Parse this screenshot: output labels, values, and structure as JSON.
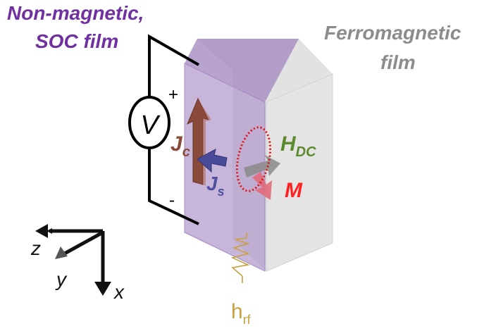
{
  "labels": {
    "nm_line1": "Non-magnetic,",
    "nm_line2": "SOC film",
    "fm_line1": "Ferromagnetic",
    "fm_line2": "film",
    "plus": "+",
    "minus": "-",
    "voltmeter": "V",
    "jc_main": "J",
    "jc_sub": "c",
    "js_main": "J",
    "js_sub": "s",
    "hdc_main": "H",
    "hdc_sub": "DC",
    "m": "M",
    "hrf_main": "h",
    "hrf_sub": "rf",
    "axis_z": "z",
    "axis_y": "y",
    "axis_x": "x"
  },
  "colors": {
    "nm_text": "#7030a0",
    "fm_text": "#8c8c8c",
    "jc": "#8a4a3a",
    "js": "#5050a0",
    "hdc": "#5a8a2a",
    "m": "#ff2020",
    "hrf": "#c8a040",
    "film_purple": "#b9a2cf",
    "ferro_gray": "#dcdcdc"
  }
}
